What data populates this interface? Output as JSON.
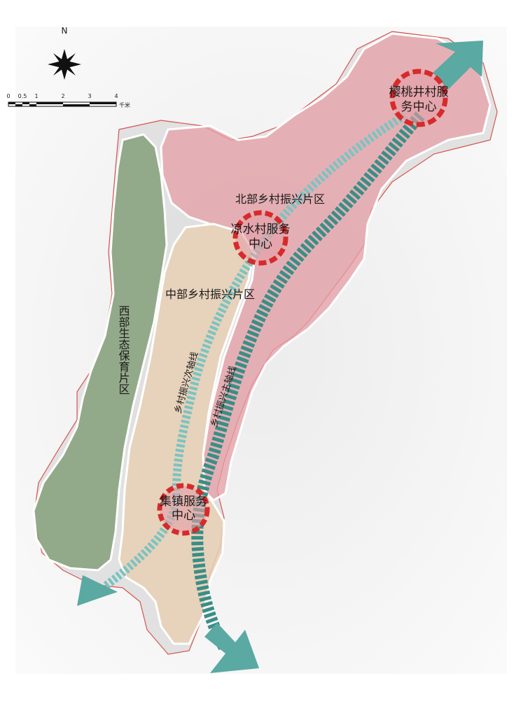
{
  "north": {
    "label": "N"
  },
  "scale_bar": {
    "ticks": [
      "0",
      "0.5",
      "1",
      "2",
      "3",
      "4"
    ],
    "unit": "千米"
  },
  "zones": {
    "north": {
      "label": "北部乡村振兴片区",
      "color": "#e59fa6"
    },
    "middle": {
      "label": "中部乡村振兴片区",
      "color": "#e7cfb4"
    },
    "west": {
      "label": "西部生态保育片区",
      "color": "#7f9c74"
    }
  },
  "centers": {
    "yingtao": {
      "line1": "樱桃井村服",
      "line2": "务中心"
    },
    "liangshui": {
      "line1": "凉水村服务",
      "line2": "中心"
    },
    "jizhen": {
      "line1": "集镇服务",
      "line2": "中心"
    }
  },
  "axes": {
    "main": {
      "label": "乡村振兴主轴线",
      "color": "#3a8e86"
    },
    "secondary": {
      "label": "乡村振兴次轴线",
      "color": "#7cc3c0"
    }
  },
  "colors": {
    "center_ring": "#d62b2b",
    "boundary": "#d9534f",
    "arrow": "#5aa9a3"
  }
}
